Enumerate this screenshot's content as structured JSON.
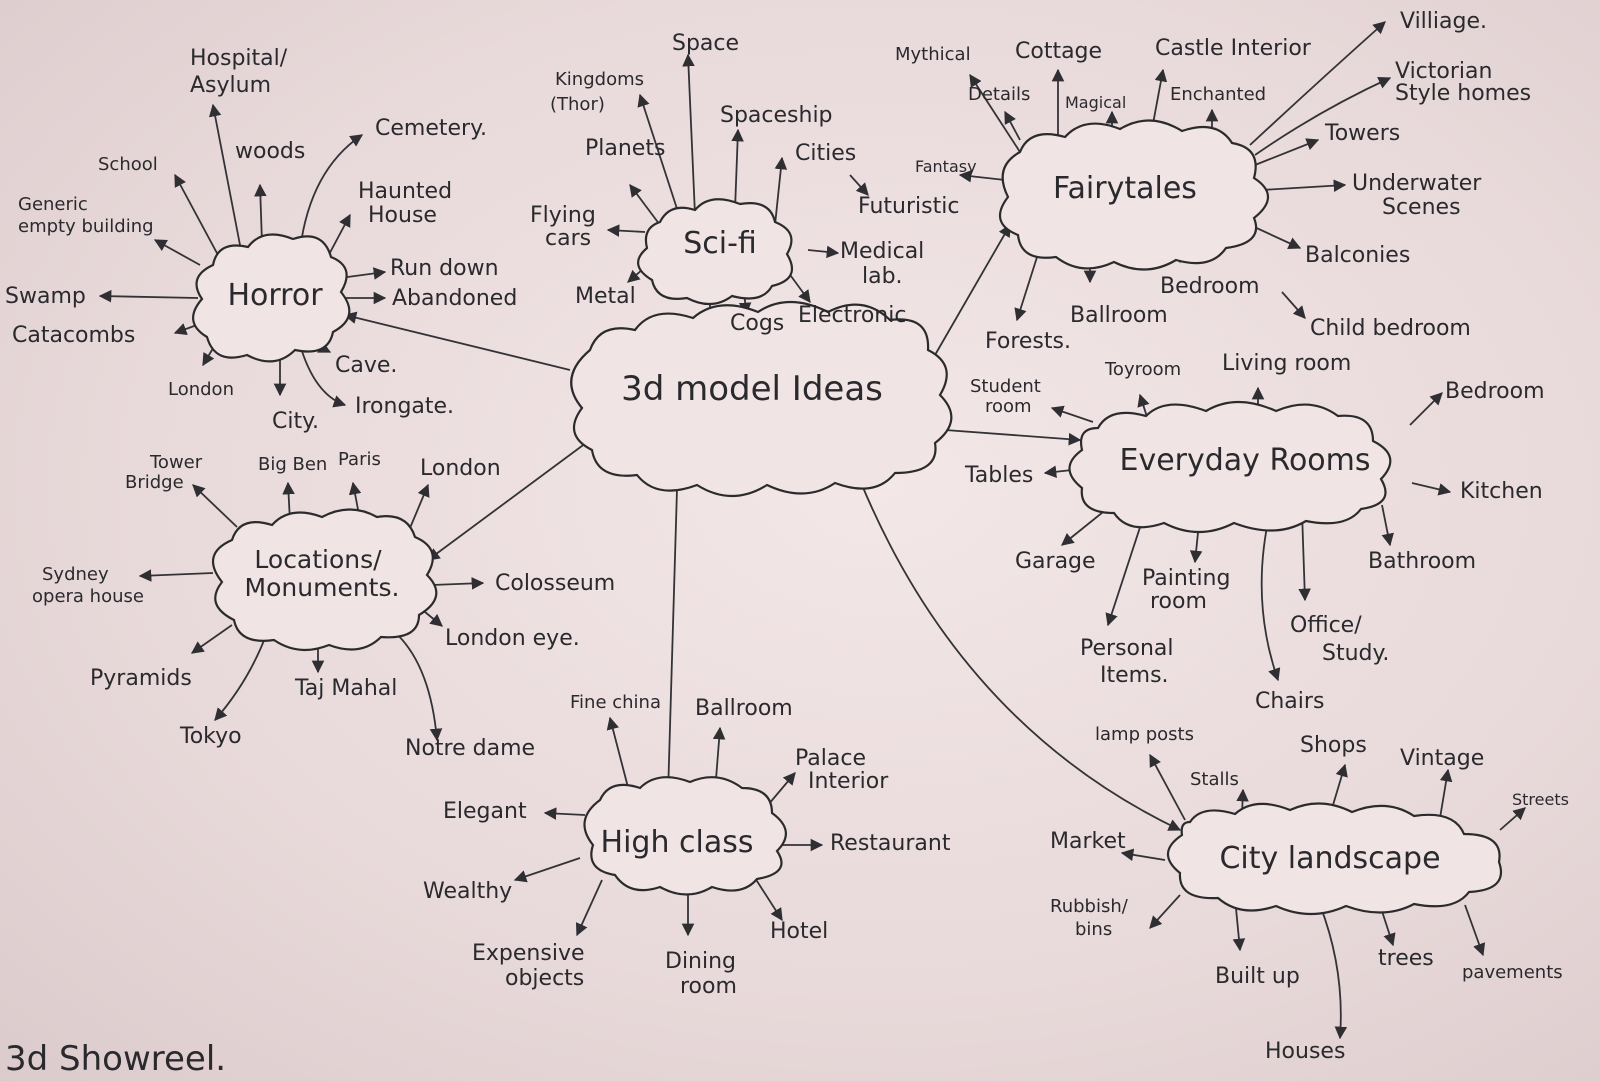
{
  "footer": "3d Showreel.",
  "central": "3d model Ideas",
  "horror": {
    "title": "Horror",
    "items": [
      "Hospital/",
      "Asylum",
      "woods",
      "Cemetery.",
      "School",
      "Generic",
      "empty building",
      "Haunted",
      "House",
      "Run down",
      "Abandoned",
      "Swamp",
      "Catacombs",
      "Cave.",
      "London",
      "City.",
      "Irongate."
    ]
  },
  "scifi": {
    "title": "Sci-fi",
    "items": [
      "Space",
      "Kingdoms",
      "(Thor)",
      "Spaceship",
      "Planets",
      "Cities",
      "Futuristic",
      "Flying",
      "cars",
      "Medical",
      "lab.",
      "Metal",
      "Cogs",
      "Electronic"
    ]
  },
  "fairytales": {
    "title": "Fairytales",
    "items": [
      "Mythical",
      "Cottage",
      "Castle Interior",
      "Villiage.",
      "Victorian",
      "Style homes",
      "Details",
      "Magical",
      "Enchanted",
      "Towers",
      "Fantasy",
      "Underwater",
      "Scenes",
      "Balconies",
      "Bedroom",
      "Ballroom",
      "Forests.",
      "Child bedroom"
    ]
  },
  "everyday": {
    "title": "Everyday Rooms",
    "items": [
      "Toyroom",
      "Living room",
      "Student",
      "room",
      "Bedroom",
      "Tables",
      "Kitchen",
      "Garage",
      "Painting",
      "room",
      "Bathroom",
      "Office/",
      "Study.",
      "Personal",
      "Items.",
      "Chairs"
    ]
  },
  "locations": {
    "title_line1": "Locations/",
    "title_line2": "Monuments.",
    "items": [
      "Tower",
      "Bridge",
      "Big Ben",
      "Paris",
      "London",
      "Sydney",
      "opera house",
      "Colosseum",
      "London eye.",
      "Pyramids",
      "Taj Mahal",
      "Tokyo",
      "Notre dame"
    ]
  },
  "highclass": {
    "title": "High class",
    "items": [
      "Fine china",
      "Ballroom",
      "Palace",
      "Interior",
      "Elegant",
      "Restaurant",
      "Wealthy",
      "Expensive",
      "objects",
      "Dining",
      "room",
      "Hotel"
    ]
  },
  "city": {
    "title": "City landscape",
    "items": [
      "lamp posts",
      "Shops",
      "Stalls",
      "Vintage",
      "Streets",
      "Market",
      "Rubbish/",
      "bins",
      "Built up",
      "trees",
      "pavements",
      "Houses"
    ]
  }
}
